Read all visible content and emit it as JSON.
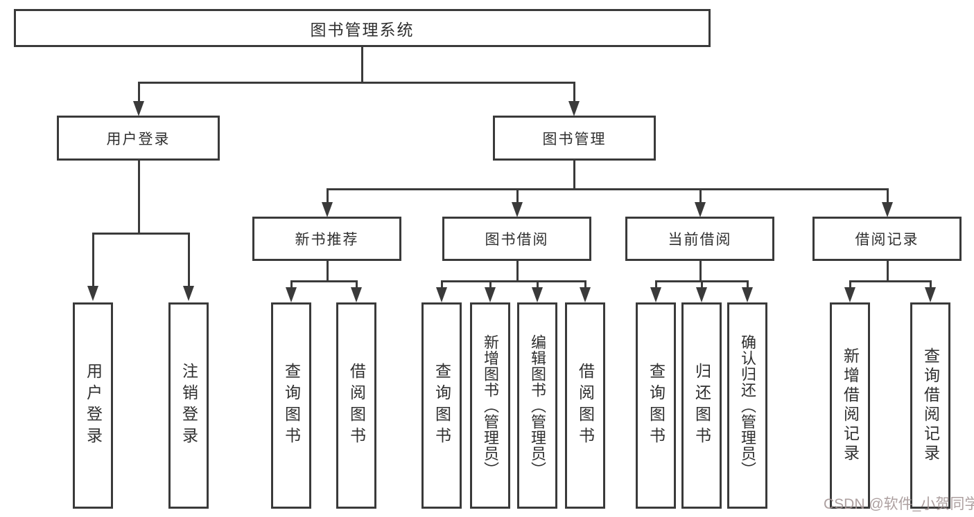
{
  "diagram_type": "hierarchy-tree",
  "colors": {
    "line": "#3a3a3a",
    "box_bg": "#ffffff",
    "text": "#2f2f2f",
    "watermark": "#a49696"
  },
  "root": {
    "label": "图书管理系统"
  },
  "branches": [
    {
      "label": "用户登录",
      "children": [
        {
          "label": "用户登录"
        },
        {
          "label": "注销登录"
        }
      ]
    },
    {
      "label": "图书管理",
      "children": [
        {
          "label": "新书推荐",
          "children": [
            {
              "label": "查询图书"
            },
            {
              "label": "借阅图书"
            }
          ]
        },
        {
          "label": "图书借阅",
          "children": [
            {
              "label": "查询图书"
            },
            {
              "label": "新增图书（管理员）"
            },
            {
              "label": "编辑图书（管理员）"
            },
            {
              "label": "借阅图书"
            }
          ]
        },
        {
          "label": "当前借阅",
          "children": [
            {
              "label": "查询图书"
            },
            {
              "label": "归还图书"
            },
            {
              "label": "确认归还（管理员）"
            }
          ]
        },
        {
          "label": "借阅记录",
          "children": [
            {
              "label": "新增借阅记录"
            },
            {
              "label": "查询借阅记录"
            }
          ]
        }
      ]
    }
  ],
  "watermark": "CSDN @软件_小贺同学"
}
